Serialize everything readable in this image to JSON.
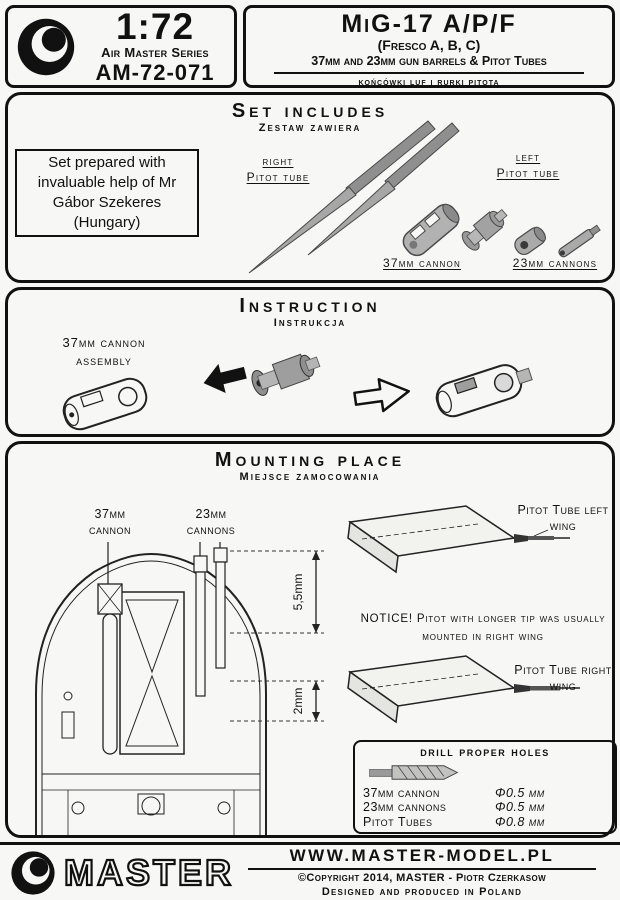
{
  "header": {
    "scale": "1:72",
    "series": "Air Master Series",
    "code": "AM-72-071",
    "title": "MiG-17 A/P/F",
    "subtitle": "(Fresco A, B, C)",
    "description": "37mm and 23mm gun barrels & Pitot Tubes",
    "description_pl": "końcówki luf i rurki pitota"
  },
  "set_includes": {
    "title": "Set includes",
    "title_pl": "Zestaw zawiera",
    "credit": "Set prepared with invaluable help of Mr Gábor Szekeres (Hungary)",
    "right_pitot_l1": "right",
    "right_pitot_l2": "Pitot tube",
    "left_pitot_l1": "left",
    "left_pitot_l2": "Pitot tube",
    "cannon_37_label": "37mm cannon",
    "cannon_23_label": "23mm cannons"
  },
  "instruction": {
    "title": "Instruction",
    "title_pl": "Instrukcja",
    "assembly_label": "37mm cannon assembly"
  },
  "mounting": {
    "title": "Mounting place",
    "title_pl": "Miejsce zamocowania",
    "cannon_37_label": "37mm cannon",
    "cannon_23_label": "23mm cannons",
    "dim_top": "5,5mm",
    "dim_bottom": "2mm",
    "pitot_left_label": "Pitot Tube left wing",
    "notice": "NOTICE! Pitot with longer tip was usually mounted in right wing",
    "pitot_right_label": "Pitot Tube right wing",
    "drill": {
      "title": "drill proper holes",
      "rows": [
        {
          "part": "37mm cannon",
          "size": "Φ0.5 mm"
        },
        {
          "part": "23mm cannons",
          "size": "Φ0.5 mm"
        },
        {
          "part": "Pitot Tubes",
          "size": "Φ0.8 mm"
        }
      ]
    }
  },
  "footer": {
    "brand": "MASTER",
    "website": "WWW.MASTER-MODEL.PL",
    "copyright": "©Copyright 2014, MASTER - Piotr Czerkasow",
    "made_in": "Designed and produced in Poland"
  }
}
